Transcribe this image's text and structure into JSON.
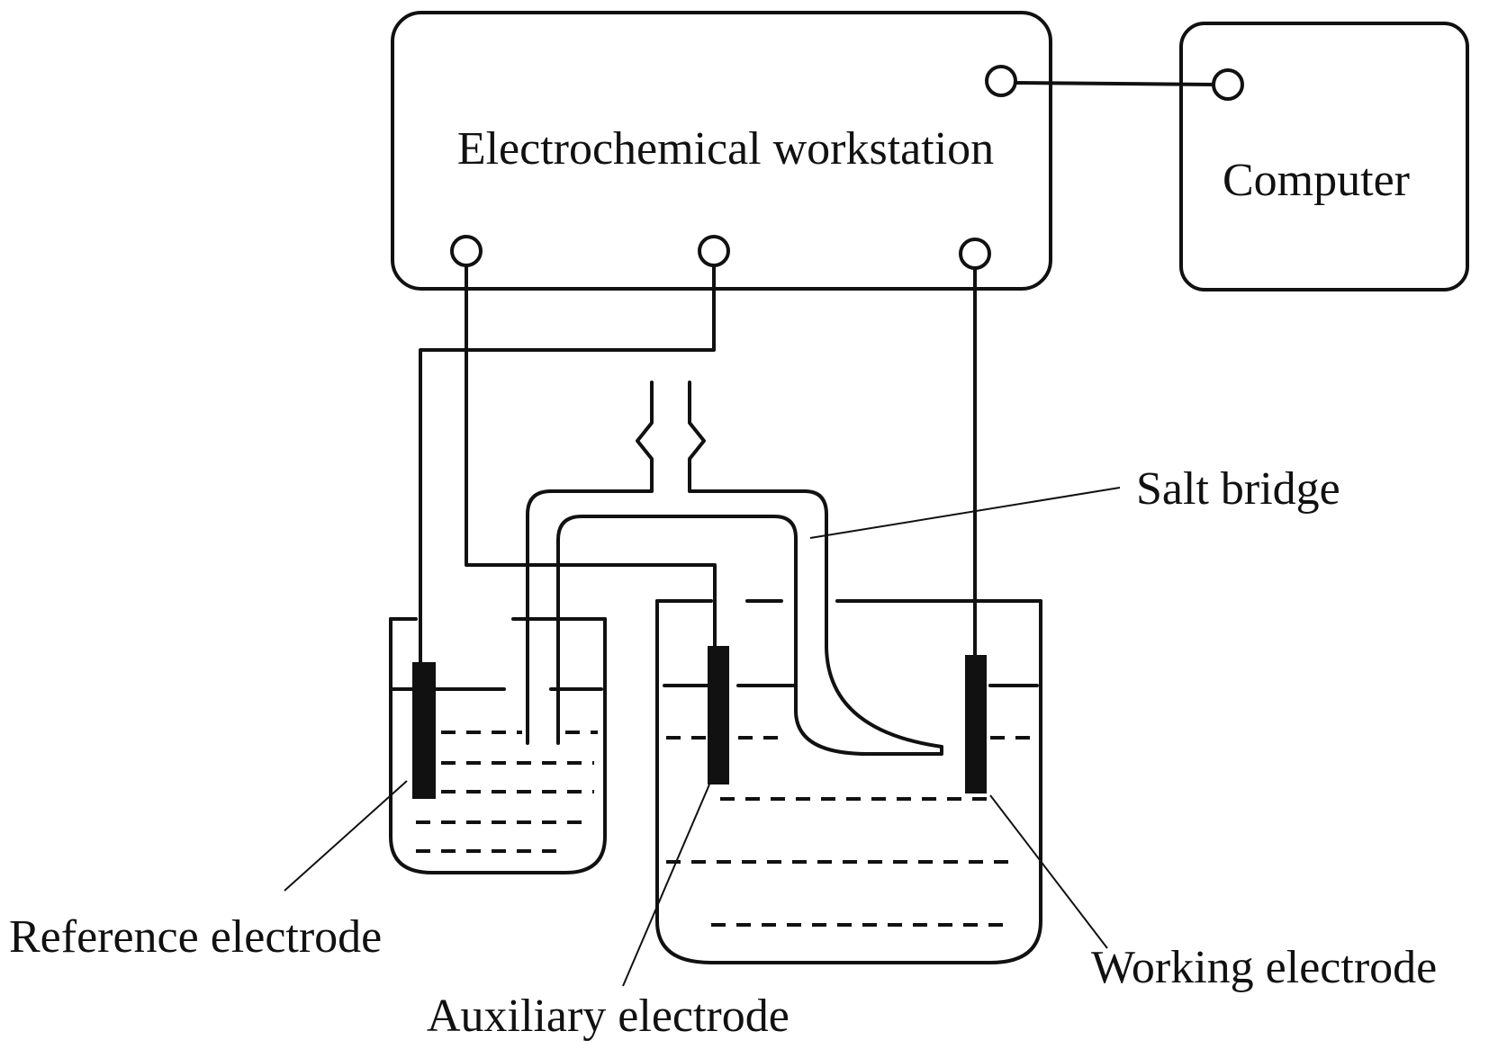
{
  "labels": {
    "workstation": "Electrochemical workstation",
    "computer": "Computer",
    "salt_bridge": "Salt bridge",
    "reference_electrode": "Reference electrode",
    "auxiliary_electrode": "Auxiliary electrode",
    "working_electrode": "Working electrode"
  }
}
